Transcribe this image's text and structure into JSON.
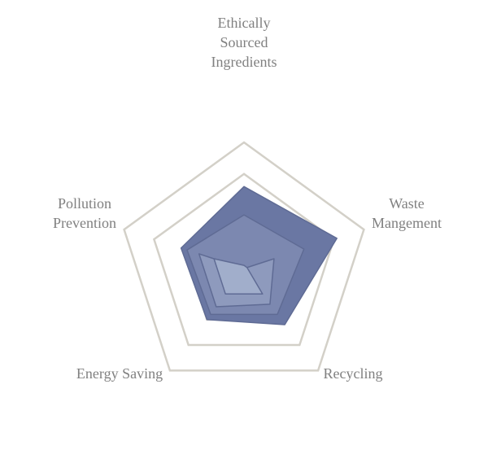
{
  "chart_data": {
    "type": "radar",
    "categories": [
      "Ethically Sourced Ingredients",
      "Waste Mangement",
      "Recycling",
      "Energy Saving",
      "Pollution Prevention"
    ],
    "category_lines": [
      [
        "Ethically",
        "Sourced",
        "Ingredients"
      ],
      [
        "Waste",
        "Mangement"
      ],
      [
        "Recycling"
      ],
      [
        "Energy Saving"
      ],
      [
        "Pollution",
        "Prevention"
      ]
    ],
    "rlim": [
      0,
      4
    ],
    "grid_levels": [
      1,
      2,
      3,
      4
    ],
    "grid": true,
    "series": [
      {
        "values": [
          2.6,
          3.1,
          2.2,
          2.0,
          2.1
        ],
        "color": "#6a77a3"
      },
      {
        "values": [
          1.7,
          2.0,
          1.8,
          1.8,
          1.9
        ],
        "color": "#7c88b0"
      },
      {
        "values": [
          0.0,
          1.0,
          1.4,
          1.5,
          1.5
        ],
        "color": "#8e9abd"
      },
      {
        "values": [
          0.1,
          0.1,
          1.0,
          1.0,
          1.0
        ],
        "color": "#a1aecb"
      }
    ],
    "colors": {
      "grid": "#d3d0c8",
      "label": "#808080",
      "outline": "#5f6b94"
    }
  }
}
